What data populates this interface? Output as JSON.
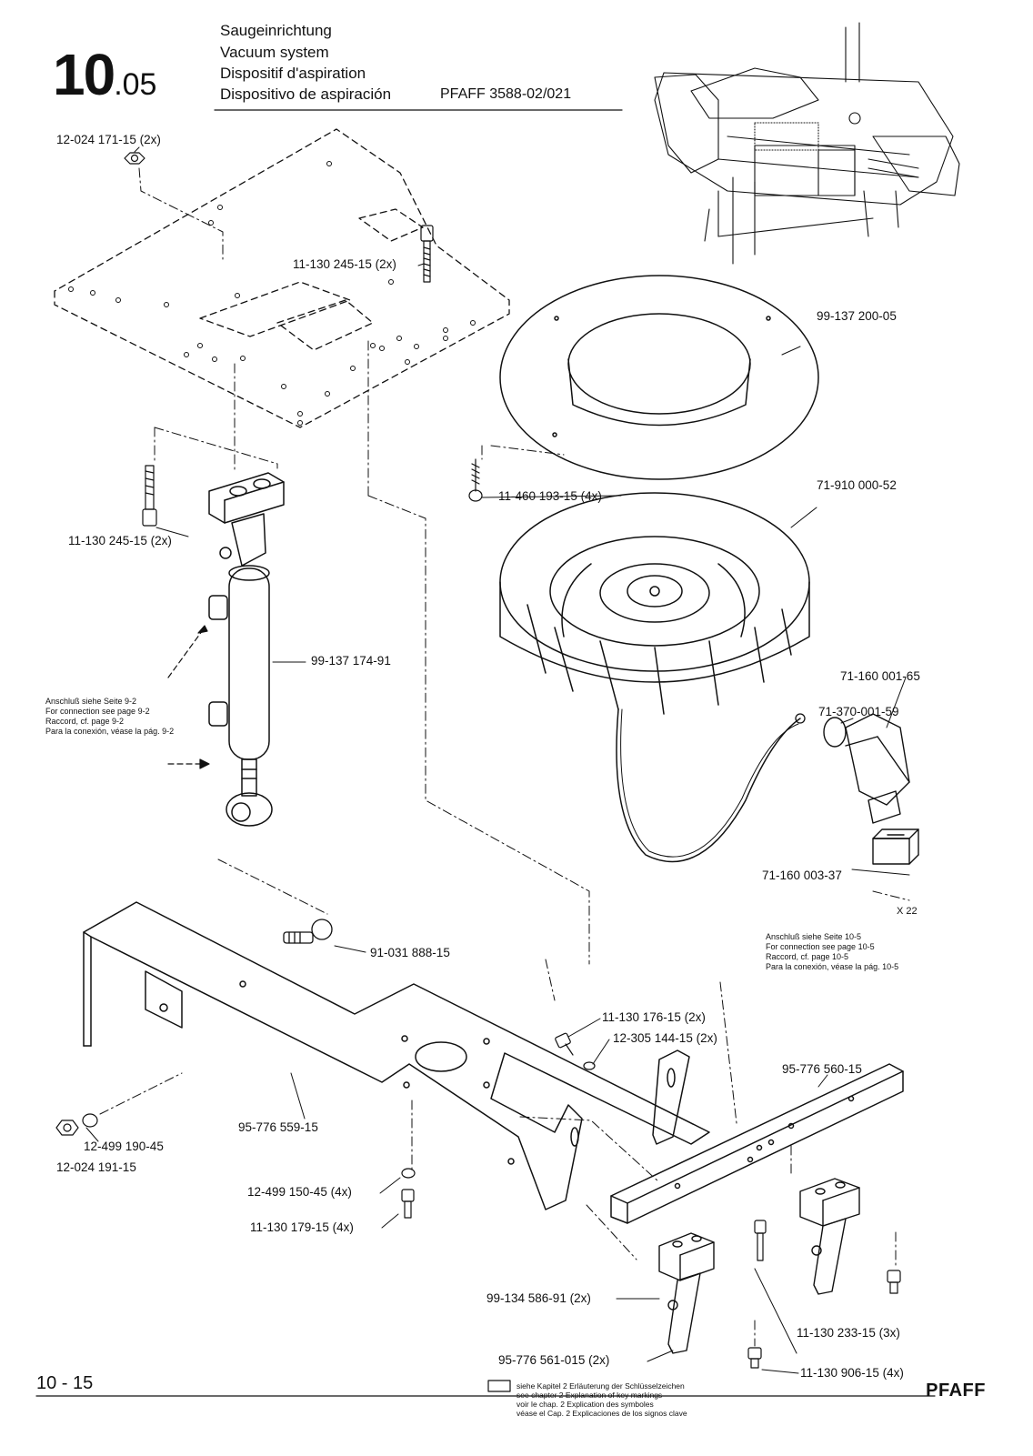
{
  "header": {
    "section_main": "10",
    "section_sub": ".05",
    "titles": [
      "Saugeinrichtung",
      "Vacuum system",
      "Dispositif d'aspiration",
      "Dispositivo de aspiración"
    ],
    "model": "PFAFF 3588-02/021"
  },
  "parts": [
    "12-024 171-15 (2x)",
    "11-130 245-15 (2x)",
    "99-137 200-05",
    "11-460 193-15 (4x)",
    "71-910 000-52",
    "11-130 245-15 (2x)",
    "99-137 174-91",
    "71-160 001-65",
    "71-370-001-59",
    "71-160 003-37",
    "91-031 888-15",
    "11-130 176-15 (2x)",
    "12-305 144-15 (2x)",
    "95-776 560-15",
    "95-776 559-15",
    "12-499 190-45",
    "12-024 191-15",
    "12-499 150-45 (4x)",
    "11-130 179-15 (4x)",
    "99-134 586-91 (2x)",
    "11-130 233-15 (3x)",
    "95-776 561-015 (2x)",
    "11-130 906-15 (4x)"
  ],
  "connector_label": "X 22",
  "notes": {
    "connection_left": [
      "Anschluß siehe Seite 9-2",
      "For connection see page 9-2",
      "Raccord, cf. page 9-2",
      "Para la conexión, véase la pág. 9-2"
    ],
    "connection_right": [
      "Anschluß siehe Seite 10-5",
      "For connection see page 10-5",
      "Raccord, cf. page 10-5",
      "Para la conexión, véase la pág. 10-5"
    ]
  },
  "footer": {
    "page": "10 - 15",
    "legend": [
      "siehe Kapitel 2 Erläuterung der Schlüsselzeichen",
      "see chapter 2 Explanation of key markings",
      "voir le chap. 2 Explication des symboles",
      "véase el Cap. 2 Explicaciones de los signos clave"
    ],
    "brand": "PFAFF"
  }
}
